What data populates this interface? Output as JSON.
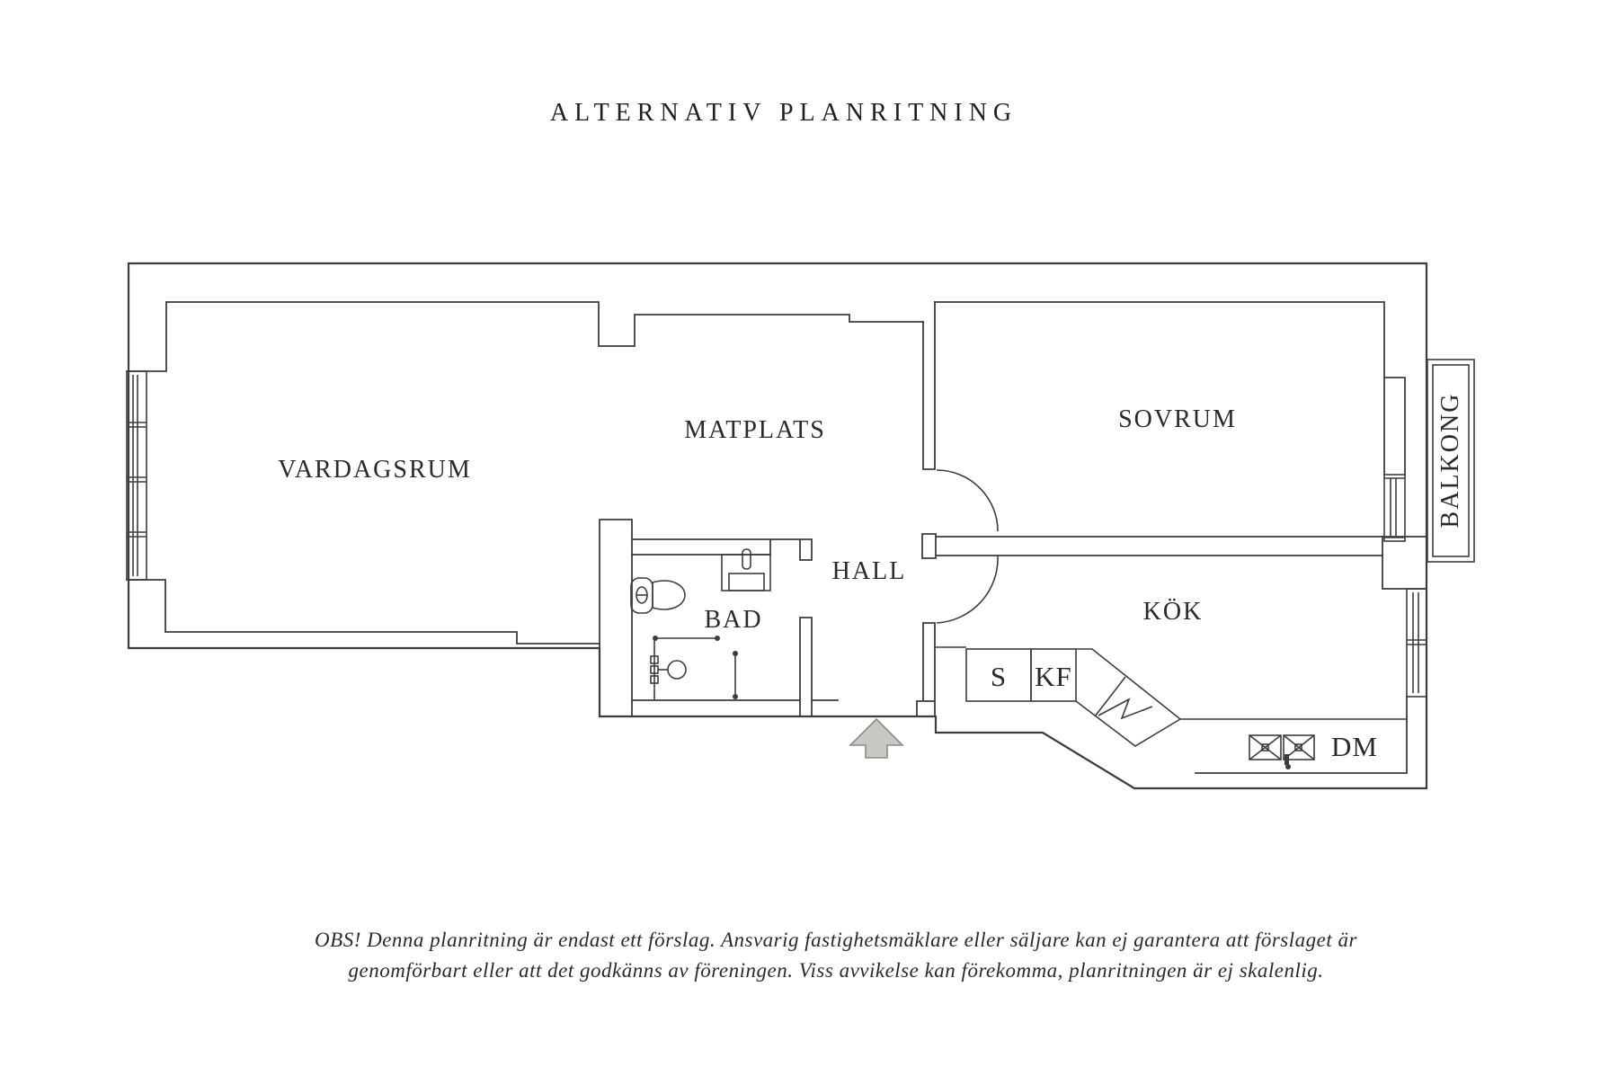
{
  "title": "ALTERNATIV PLANRITNING",
  "rooms": {
    "living_room": "VARDAGSRUM",
    "dining_area": "MATPLATS",
    "bedroom": "SOVRUM",
    "hall": "HALL",
    "bathroom": "BAD",
    "kitchen": "KÖK",
    "balcony": "BALKONG"
  },
  "kitchen_labels": {
    "pantry": "S",
    "fridge_freezer": "KF",
    "dishwasher": "DM"
  },
  "disclaimer": {
    "line1": "OBS! Denna planritning är endast ett förslag. Ansvarig fastighetsmäklare eller säljare kan ej garantera att förslaget är",
    "line2": "genomförbart eller att det godkänns av föreningen. Viss avvikelse kan förekomma, planritningen är ej skalenlig."
  },
  "icons": {
    "toilet": "toilet-icon",
    "bath_sink": "washbasin-icon",
    "shower": "shower-icon",
    "shower_curtain": "curtain-rail-icon",
    "kitchen_sink": "double-sink-icon",
    "stove_corner": "corner-counter-icon",
    "entry": "entry-arrow-icon",
    "windows": "window-icon",
    "doors": "door-arc-icon"
  },
  "colors": {
    "background": "#ffffff",
    "line": "#3d3d3d",
    "text": "#2a2a2a",
    "arrow_fill": "#c8c8c4",
    "arrow_stroke": "#8a8a87"
  }
}
